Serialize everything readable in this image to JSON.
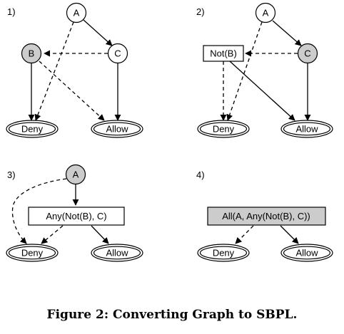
{
  "colors": {
    "shaded": "#cccccc",
    "stroke": "#000000",
    "background": "#ffffff"
  },
  "panels": {
    "p1": {
      "number": "1)",
      "nodes": {
        "a": "A",
        "b": "B",
        "c": "C",
        "deny": "Deny",
        "allow": "Allow"
      },
      "shaded": [
        "B"
      ]
    },
    "p2": {
      "number": "2)",
      "nodes": {
        "a": "A",
        "notb": "Not(B)",
        "c": "C",
        "deny": "Deny",
        "allow": "Allow"
      },
      "shaded": [
        "C"
      ]
    },
    "p3": {
      "number": "3)",
      "nodes": {
        "a": "A",
        "any": "Any(Not(B), C)",
        "deny": "Deny",
        "allow": "Allow"
      },
      "shaded": [
        "A"
      ]
    },
    "p4": {
      "number": "4)",
      "nodes": {
        "all": "All(A, Any(Not(B), C))",
        "deny": "Deny",
        "allow": "Allow"
      },
      "shaded": [
        "All(A, Any(Not(B), C))"
      ]
    }
  },
  "caption": "Figure 2: Converting Graph to SBPL."
}
